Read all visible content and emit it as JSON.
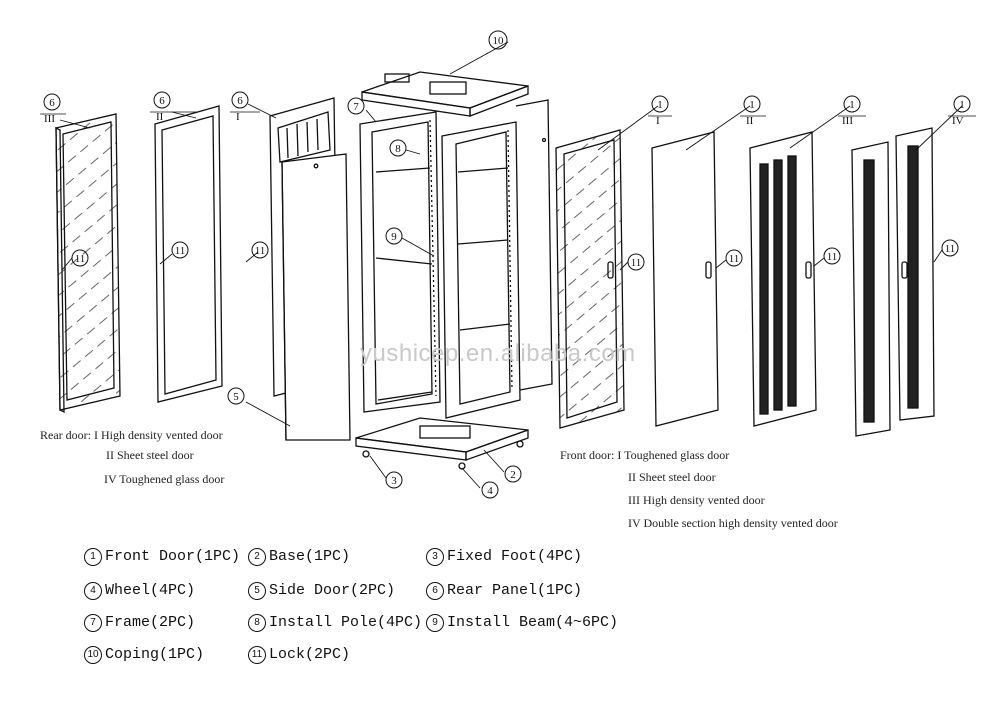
{
  "callouts": {
    "c1": "1",
    "c2": "2",
    "c3": "3",
    "c4": "4",
    "c5": "5",
    "c6": "6",
    "c7": "7",
    "c8": "8",
    "c9": "9",
    "c10": "10",
    "c11": "11"
  },
  "door_types": {
    "t1": "I",
    "t2": "II",
    "t3": "III",
    "t4": "IV"
  },
  "rear_door_notes": {
    "line1": "Rear door:  I  High density vented door",
    "line2": "II  Sheet steel door",
    "line3": "IV Toughened glass door"
  },
  "front_door_notes": {
    "line1": "Front door:  I  Toughened glass door",
    "line2": "II   Sheet steel door",
    "line3": "III   High density vented door",
    "line4": "IV  Double section high density vented door"
  },
  "legend": [
    {
      "num": "1",
      "text": "Front Door(1PC)"
    },
    {
      "num": "2",
      "text": "Base(1PC)"
    },
    {
      "num": "3",
      "text": "Fixed Foot(4PC)"
    },
    {
      "num": "4",
      "text": "Wheel(4PC)"
    },
    {
      "num": "5",
      "text": "Side Door(2PC)"
    },
    {
      "num": "6",
      "text": "Rear Panel(1PC)"
    },
    {
      "num": "7",
      "text": "Frame(2PC)"
    },
    {
      "num": "8",
      "text": "Install Pole(4PC)"
    },
    {
      "num": "9",
      "text": "Install Beam(4~6PC)"
    },
    {
      "num": "10",
      "text": "Coping(1PC)"
    },
    {
      "num": "11",
      "text": "Lock(2PC)"
    }
  ],
  "watermark": "yushicep.en.alibaba.com"
}
